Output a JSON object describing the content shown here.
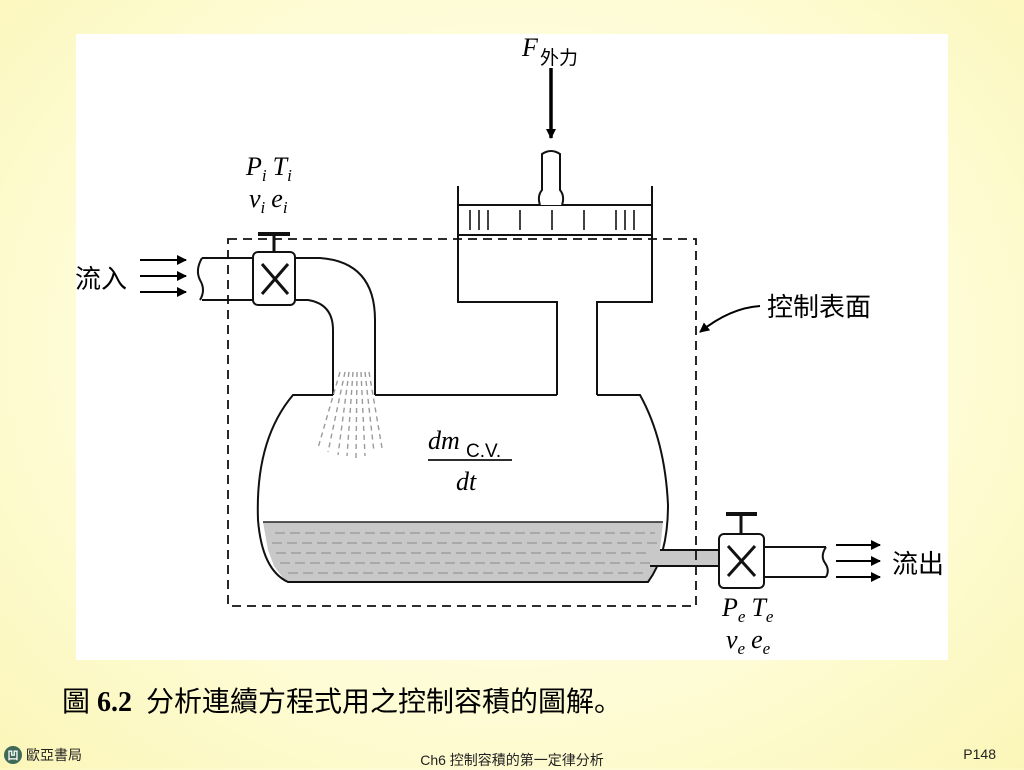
{
  "diagram": {
    "force_symbol": "F",
    "force_label": "外力",
    "inlet_props_line1": [
      "P",
      "i",
      "T",
      "i"
    ],
    "inlet_props_line2": [
      "v",
      "i",
      "e",
      "i"
    ],
    "inflow_label": "流入",
    "control_surface_label": "控制表面",
    "rate_numerator": "dm",
    "rate_subscript": "C.V.",
    "rate_denominator": "dt",
    "outflow_label": "流出",
    "outlet_props_line1": [
      "P",
      "e",
      "T",
      "e"
    ],
    "outlet_props_line2": [
      "v",
      "e",
      "e",
      "e"
    ]
  },
  "caption": {
    "prefix": "圖",
    "number": "6.2",
    "text": "分析連續方程式用之控制容積的圖解。"
  },
  "footer": {
    "publisher_logo": "凹",
    "publisher": "歐亞書局",
    "chapter": "Ch6 控制容積的第一定律分析",
    "page": "P148"
  }
}
